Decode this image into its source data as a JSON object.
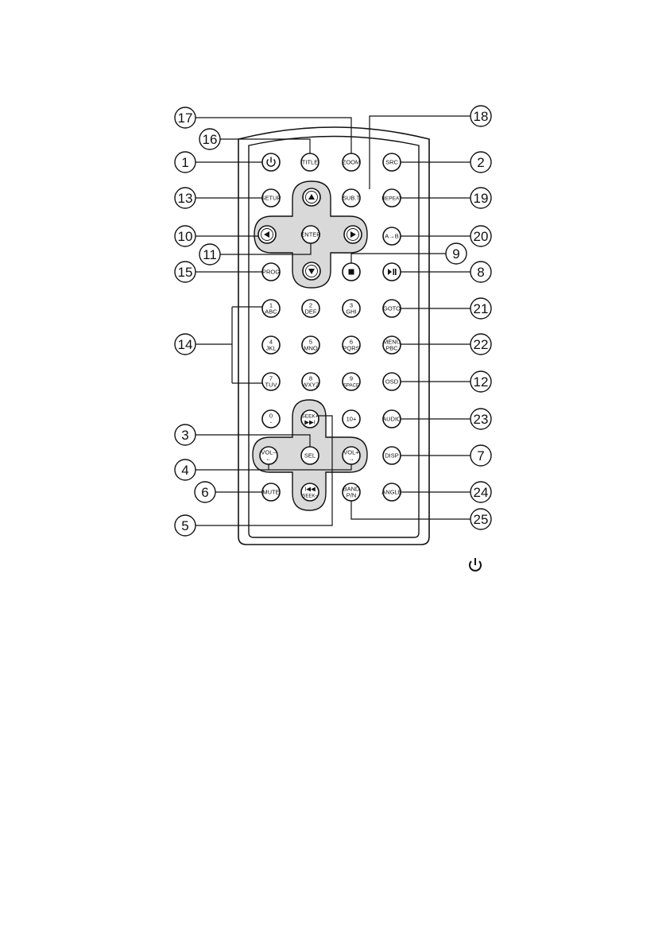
{
  "buttons": {
    "power": "power-symbol",
    "title": "TITLE",
    "zoom": "ZOOM",
    "src": "SRC",
    "setup": "SETUP",
    "up": "up-arrow",
    "subt": "SUB.T",
    "repeat": "REPEAT",
    "left": "left-arrow",
    "enter": "ENTER",
    "right": "right-arrow",
    "ab": "A→B",
    "prog": "PROG",
    "down": "down-arrow",
    "stop": "stop-symbol",
    "playpause": "play-pause-symbol",
    "k1": [
      "1",
      "ABC"
    ],
    "k2": [
      "2",
      "DEF"
    ],
    "k3": [
      "3",
      "GHI"
    ],
    "goto": "GOTO",
    "k4": [
      "4",
      "JKL"
    ],
    "k5": [
      "5",
      "MNO"
    ],
    "k6": [
      "6",
      "PQRS"
    ],
    "menupbc": [
      "MENU",
      "PBC"
    ],
    "k7": [
      "7",
      "TUV"
    ],
    "k8": [
      "8",
      "WXYZ"
    ],
    "k9": [
      "9",
      "SPACE"
    ],
    "osd": "OSD",
    "k0": [
      "0",
      "-"
    ],
    "seekplus": [
      "SEEK+",
      "▶▶I"
    ],
    "tenplus": "10+",
    "audio": "AUDIO",
    "volminus": [
      "VOL–",
      "←"
    ],
    "sel": "SEL",
    "volplus": [
      "VOL+",
      "→"
    ],
    "disp": "DISP",
    "mute": "MUTE",
    "seekminus": [
      "I◀◀",
      "SEEK–"
    ],
    "bandpn": [
      "BAND",
      "P/N"
    ],
    "angle": "ANGLE"
  },
  "callouts": [
    "1",
    "2",
    "3",
    "4",
    "5",
    "6",
    "7",
    "8",
    "9",
    "10",
    "11",
    "12",
    "13",
    "14",
    "15",
    "16",
    "17",
    "18",
    "19",
    "20",
    "21",
    "22",
    "23",
    "24",
    "25"
  ],
  "footer_icon": "power-icon"
}
